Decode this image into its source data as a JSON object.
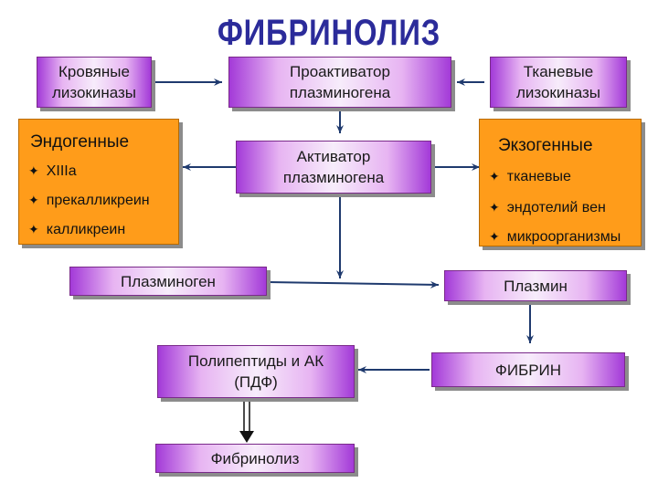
{
  "title": "ФИБРИНОЛИЗ",
  "nodes": {
    "blood_lysokinases": [
      "Кровяные",
      "лизокиназы"
    ],
    "proactivator": [
      "Проактиватор",
      "плазминогена"
    ],
    "tissue_lysokinases": [
      "Тканевые",
      "лизокиназы"
    ],
    "activator": [
      "Активатор",
      "плазминогена"
    ],
    "plasminogen": "Плазминоген",
    "plasmin": "Плазмин",
    "polypeptides": [
      "Полипептиды и АК",
      "(ПДФ)"
    ],
    "fibrin": "ФИБРИН",
    "fibrinolysis": "Фибринолиз"
  },
  "endogenous": {
    "heading": "Эндогенные",
    "items": [
      "XIIIa",
      "прекалликреин",
      "калликреин"
    ]
  },
  "exogenous": {
    "heading": "Экзогенные",
    "items": [
      "тканевые",
      "эндотелий вен",
      "микроорганизмы"
    ]
  },
  "colors": {
    "title": "#2b2b9a",
    "purple_edge": "#a33ad8",
    "purple_center": "#f7ecfb",
    "orange": "#ff9c1a",
    "arrow": "#1f3a6e"
  },
  "bullet_icon": "four-point-star"
}
